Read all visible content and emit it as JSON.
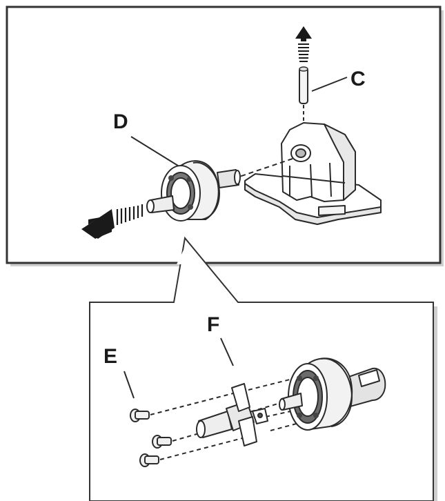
{
  "labels": {
    "c": "C",
    "d": "D",
    "e": "E",
    "f": "F"
  },
  "colors": {
    "line": "#2a2a2a",
    "frame": "#333333",
    "shadow": "#c8c8c8",
    "part_fill": "#ffffff",
    "part_shade": "#d9d9d9",
    "part_dark": "#555555"
  },
  "icons": [
    "arrow-up-icon",
    "arrow-left-icon"
  ]
}
